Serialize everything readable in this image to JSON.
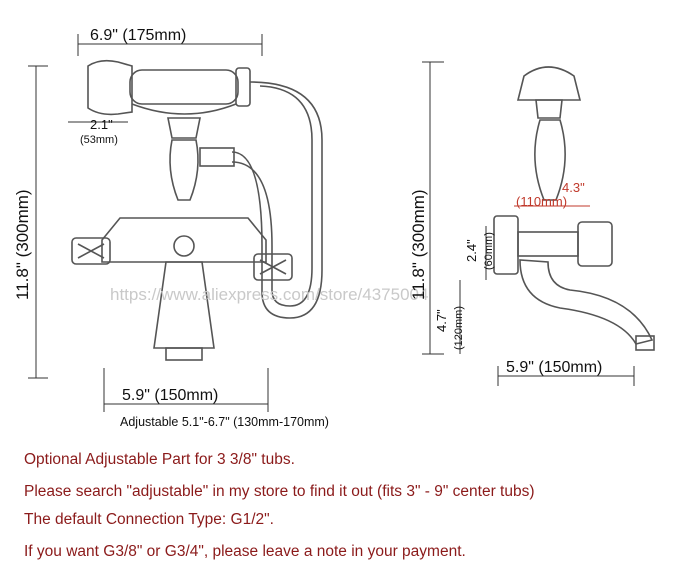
{
  "left_view": {
    "width_top": "6.9\" (175mm)",
    "handle_width": "2.1\"",
    "handle_width_mm": "(53mm)",
    "height": "11.8\" (300mm)",
    "base_width": "5.9\" (150mm)",
    "adjustable": "Adjustable 5.1\"-6.7\" (130mm-170mm)"
  },
  "right_view": {
    "height": "11.8\" (300mm)",
    "spout_offset": "4.3\"",
    "spout_offset_mm": "(110mm)",
    "pipe_height": "2.4\"",
    "pipe_height_mm": "(60mm)",
    "spout_height": "4.7\"",
    "spout_height_mm": "(120mm)",
    "base_width": "5.9\" (150mm)"
  },
  "watermark": "https://www.aliexpress.com/store/4375004",
  "notes": [
    "Optional Adjustable Part for 3 3/8\" tubs.",
    "Please search \"adjustable\" in my store to find it out (fits 3\" - 9\" center tubs)",
    "The default Connection Type: G1/2\".",
    "If you want G3/8\" or G3/4\", please leave  a note in your payment."
  ],
  "colors": {
    "note_text": "#8b1a1a",
    "accent_red": "#c0392b",
    "line": "#555555"
  }
}
